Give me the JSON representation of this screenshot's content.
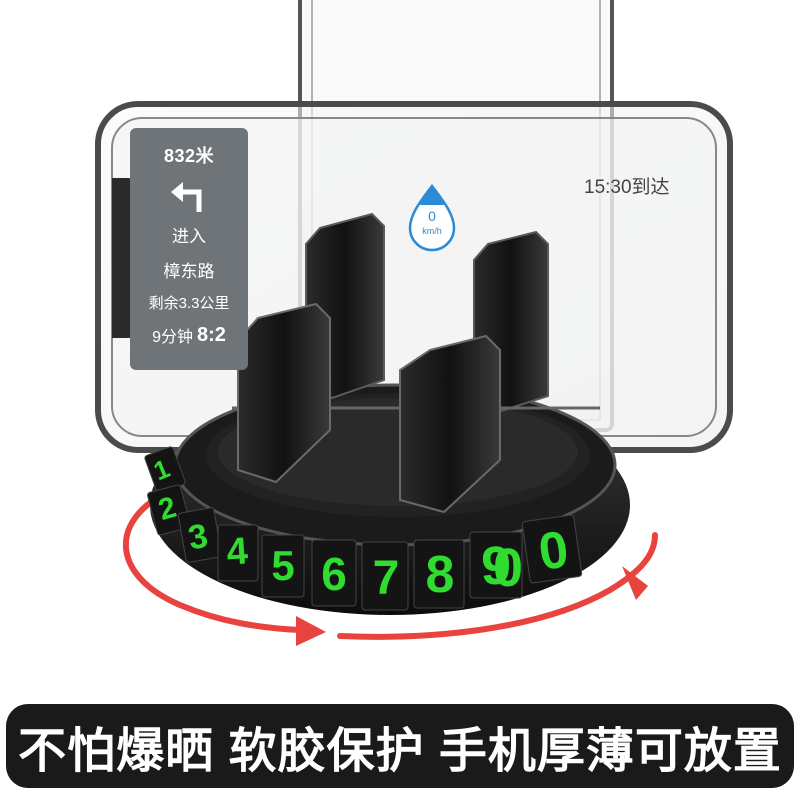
{
  "navigation": {
    "distance": "832米",
    "action": "进入",
    "road": "樟东路",
    "remaining": "剩余3.3公里",
    "time_label": "9分钟",
    "time_digits": "8:2",
    "arrival": "15:30到达"
  },
  "speedometer": {
    "value": "0",
    "unit": "km/h"
  },
  "dial": {
    "numbers": [
      "1",
      "2",
      "3",
      "4",
      "5",
      "6",
      "7",
      "8",
      "9",
      "0",
      "0"
    ]
  },
  "banner": {
    "text": "不怕爆晒 软胶保护 手机厚薄可放置"
  },
  "colors": {
    "dial_number": "#2fdc2f",
    "rotation_arrow": "#e8433f",
    "banner_bg": "#1a1a1a"
  },
  "icons": [
    "turn-left-arrow-icon",
    "water-drop-icon",
    "rotation-arrow-icon"
  ]
}
